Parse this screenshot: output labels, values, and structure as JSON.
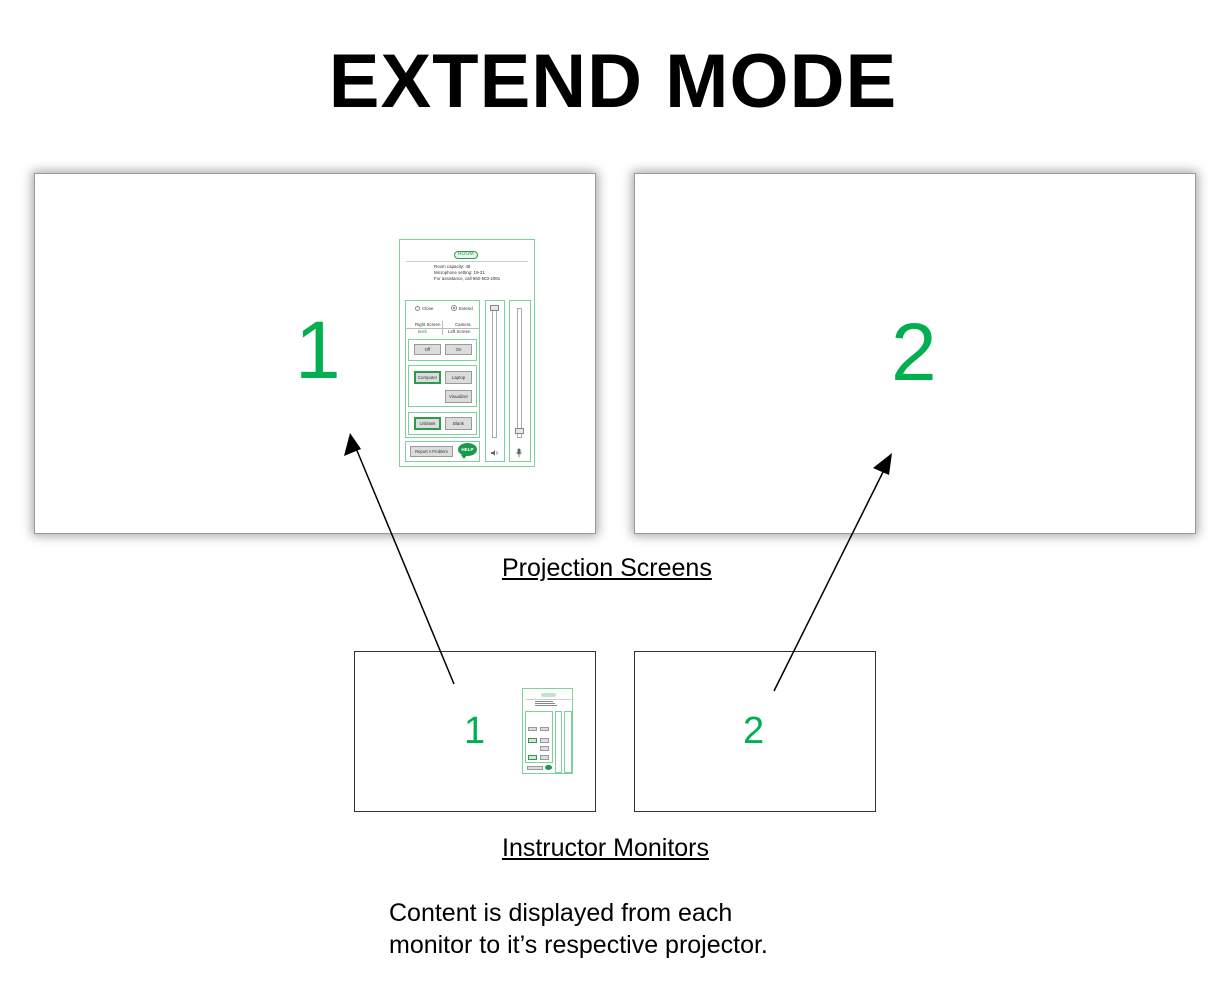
{
  "title": "EXTEND MODE",
  "projection": {
    "caption": "Projection Screens",
    "screen1_label": "1",
    "screen2_label": "2"
  },
  "monitors": {
    "caption": "Instructor Monitors",
    "monitor1_label": "1",
    "monitor2_label": "2"
  },
  "description": {
    "line1": "Content is displayed from each",
    "line2": "monitor to it’s respective projector."
  },
  "control_panel": {
    "logo_text": "ROOM",
    "info_lines": [
      "Room capacity: 48",
      "Microphone setting: 19-21",
      "For assistance, call 960-503-2081"
    ],
    "mode_options": [
      "Clone",
      "Extend"
    ],
    "selected_mode": "Extend",
    "tabs_top": [
      "Right Screen",
      "Camera"
    ],
    "tabs_bottom": [
      "Both",
      "Left Screen"
    ],
    "selected_tab": "Both",
    "power_buttons": [
      "Off",
      "On"
    ],
    "source_buttons": [
      "Computer",
      "Laptop",
      "Visualizer"
    ],
    "selected_source": "Computer",
    "blank_buttons": [
      "Unblank",
      "Blank"
    ],
    "selected_blank": "Unblank",
    "report_button": "Report A Problem",
    "help_button": "HELP",
    "speaker_icon": "speaker-icon",
    "mic_icon": "microphone-icon"
  },
  "colors": {
    "accent_green": "#00b050",
    "panel_green": "#2e9a4e"
  }
}
